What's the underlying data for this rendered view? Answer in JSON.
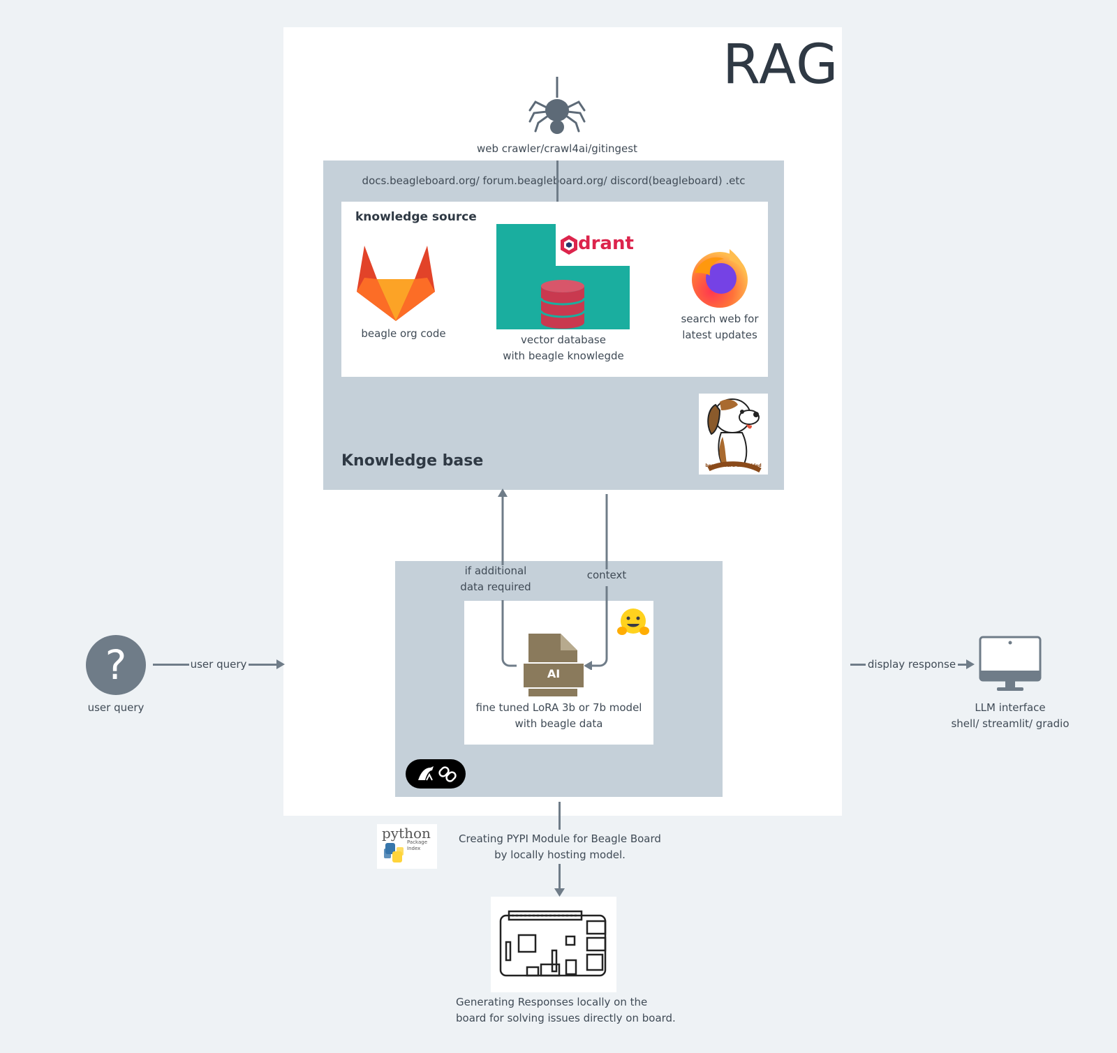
{
  "title": "RAG",
  "crawler": {
    "label": "web crawler/crawl4ai/gitingest",
    "icon": "spider-icon"
  },
  "knowledge_base": {
    "sources_text": "docs.beagleboard.org/ forum.beagleboard.org/ discord(beagleboard) .etc",
    "heading": "Knowledge base",
    "logo_text": "beagleboard embedded",
    "knowledge_source": {
      "heading": "knowledge source",
      "items": [
        {
          "label": "beagle org code",
          "icon": "gitlab-icon"
        },
        {
          "label_line1": "vector database",
          "label_line2": "with beagle knowlegde",
          "icon": "database-icon",
          "brand": "drant"
        },
        {
          "label_line1": "search web for",
          "label_line2": "latest updates",
          "icon": "firefox-icon"
        }
      ]
    }
  },
  "model_box": {
    "arrow_up_label_line1": "if additional",
    "arrow_up_label_line2": "data required",
    "arrow_down_label": "context",
    "file_badge": "AI",
    "model_label_line1": "fine tuned LoRA 3b or 7b model",
    "model_label_line2": "with beagle data",
    "icons": [
      "hugging-face-icon",
      "langchain-icon"
    ]
  },
  "user": {
    "icon_glyph": "?",
    "label": "user query",
    "arrow_label": "user query"
  },
  "output": {
    "arrow_label": "display response",
    "label_line1": "LLM interface",
    "label_line2": "shell/ streamlit/ gradio",
    "icon": "monitor-icon"
  },
  "pypi": {
    "logo_word": "python",
    "logo_sub1": "Package",
    "logo_sub2": "Index",
    "label_line1": "Creating PYPI Module for Beagle Board",
    "label_line2": "by locally hosting model."
  },
  "board": {
    "icon": "board-icon",
    "label_line1": "Generating Responses locally on the",
    "label_line2": "board for solving issues directly on board."
  },
  "colors": {
    "background": "#eef2f5",
    "panel": "#ffffff",
    "gray_box": "#c5d0d9",
    "teal": "#1aae9f",
    "db_red": "#c9394f",
    "line": "#6f7c88",
    "file_brown": "#8a7a5c"
  }
}
